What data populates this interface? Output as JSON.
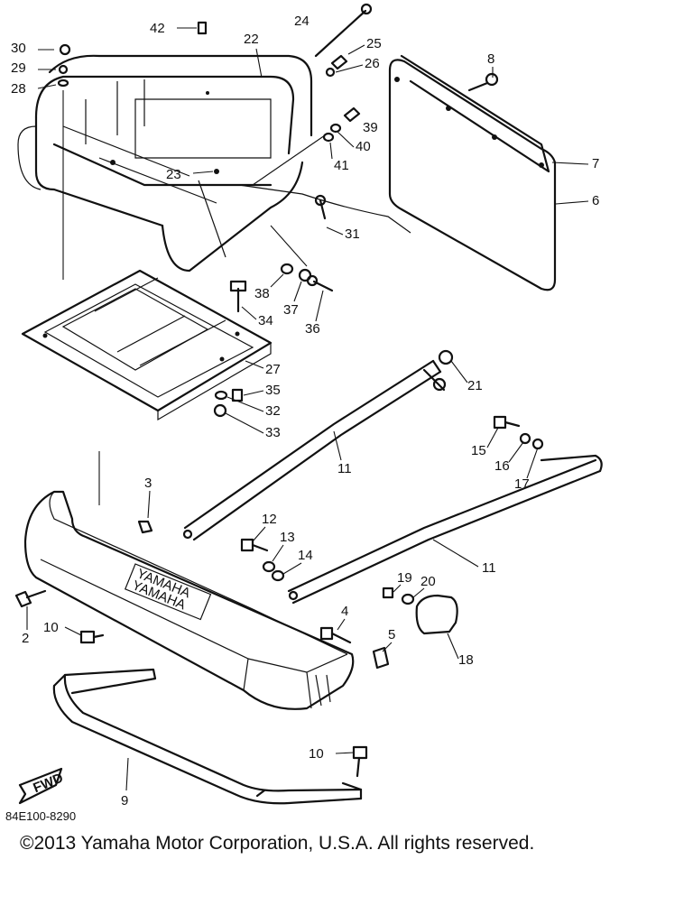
{
  "diagram": {
    "callouts": [
      "30",
      "29",
      "28",
      "42",
      "22",
      "24",
      "25",
      "26",
      "8",
      "39",
      "40",
      "41",
      "23",
      "7",
      "6",
      "31",
      "38",
      "37",
      "36",
      "34",
      "27",
      "35",
      "32",
      "33",
      "21",
      "15",
      "16",
      "17",
      "3",
      "11",
      "12",
      "13",
      "14",
      "11",
      "19",
      "20",
      "2",
      "10",
      "4",
      "5",
      "18",
      "9",
      "10"
    ],
    "fwd_label": "FWD",
    "emblem_text": "YAMAHA",
    "code": "84E100-8290"
  },
  "footer": {
    "copyright": "©2013 Yamaha Motor Corporation, U.S.A. All rights reserved."
  }
}
